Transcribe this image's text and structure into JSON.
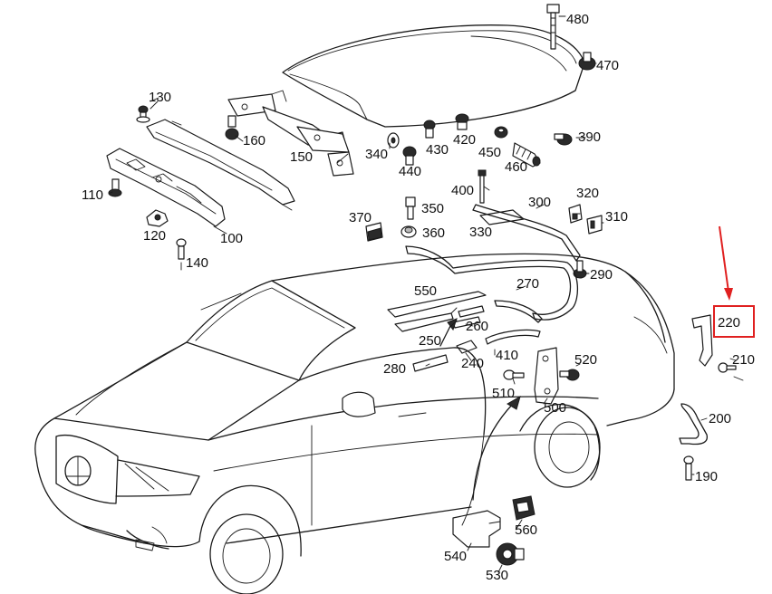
{
  "colors": {
    "line": "#1a1a1a",
    "highlight": "#e02020",
    "background": "#ffffff"
  },
  "callouts": {
    "p480": "480",
    "p470": "470",
    "p130": "130",
    "p160": "160",
    "p150": "150",
    "p340": "340",
    "p430": "430",
    "p420": "420",
    "p450": "450",
    "p390": "390",
    "p440": "440",
    "p460": "460",
    "p110": "110",
    "p400": "400",
    "p300": "300",
    "p320": "320",
    "p310": "310",
    "p370": "370",
    "p350": "350",
    "p330": "330",
    "p120": "120",
    "p100": "100",
    "p360": "360",
    "p140": "140",
    "p290": "290",
    "p550": "550",
    "p270": "270",
    "p260": "260",
    "p220": "220",
    "p250": "250",
    "p410": "410",
    "p520": "520",
    "p210": "210",
    "p280": "280",
    "p240": "240",
    "p510": "510",
    "p500": "500",
    "p200": "200",
    "p190": "190",
    "p560": "560",
    "p540": "540",
    "p530": "530"
  },
  "highlighted_part": "220"
}
